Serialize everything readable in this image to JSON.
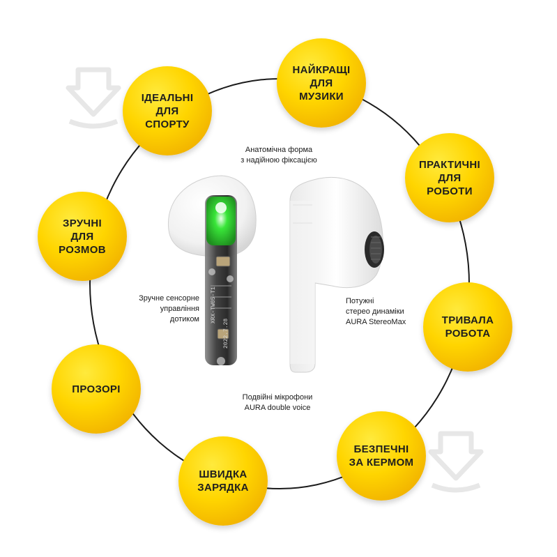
{
  "bubbles": [
    {
      "label": "ІДЕАЛЬНІ\nДЛЯ\nСПОРТУ"
    },
    {
      "label": "НАЙКРАЩІ\nДЛЯ\nМУЗИКИ"
    },
    {
      "label": "ПРАКТИЧНІ\nДЛЯ\nРОБОТИ"
    },
    {
      "label": "ЗРУЧНІ\nДЛЯ\nРОЗМОВ"
    },
    {
      "label": "ТРИВАЛА\nРОБОТА"
    },
    {
      "label": "ПРОЗОРІ"
    },
    {
      "label": "БЕЗПЕЧНІ\nЗА КЕРМОМ"
    },
    {
      "label": "ШВИДКА\nЗАРЯДКА"
    }
  ],
  "captions": {
    "shape": "Анатомічна форма\nз надійною фіксацією",
    "touch": "Зручне сенсорне\nуправління\nдотиком",
    "speakers": "Потужні\nстерео динаміки\nAURA StereoMax",
    "mics": "Подвійні мікрофони\nAURA double voice"
  },
  "earbud_print": {
    "model": "XRX-TW05-T1",
    "date": "2022.7.28"
  },
  "icons": {
    "watermark": "download-arrow-icon"
  },
  "colors": {
    "bubble": "#FFD500",
    "ring": "#1B1B1B",
    "led": "#39E639"
  }
}
